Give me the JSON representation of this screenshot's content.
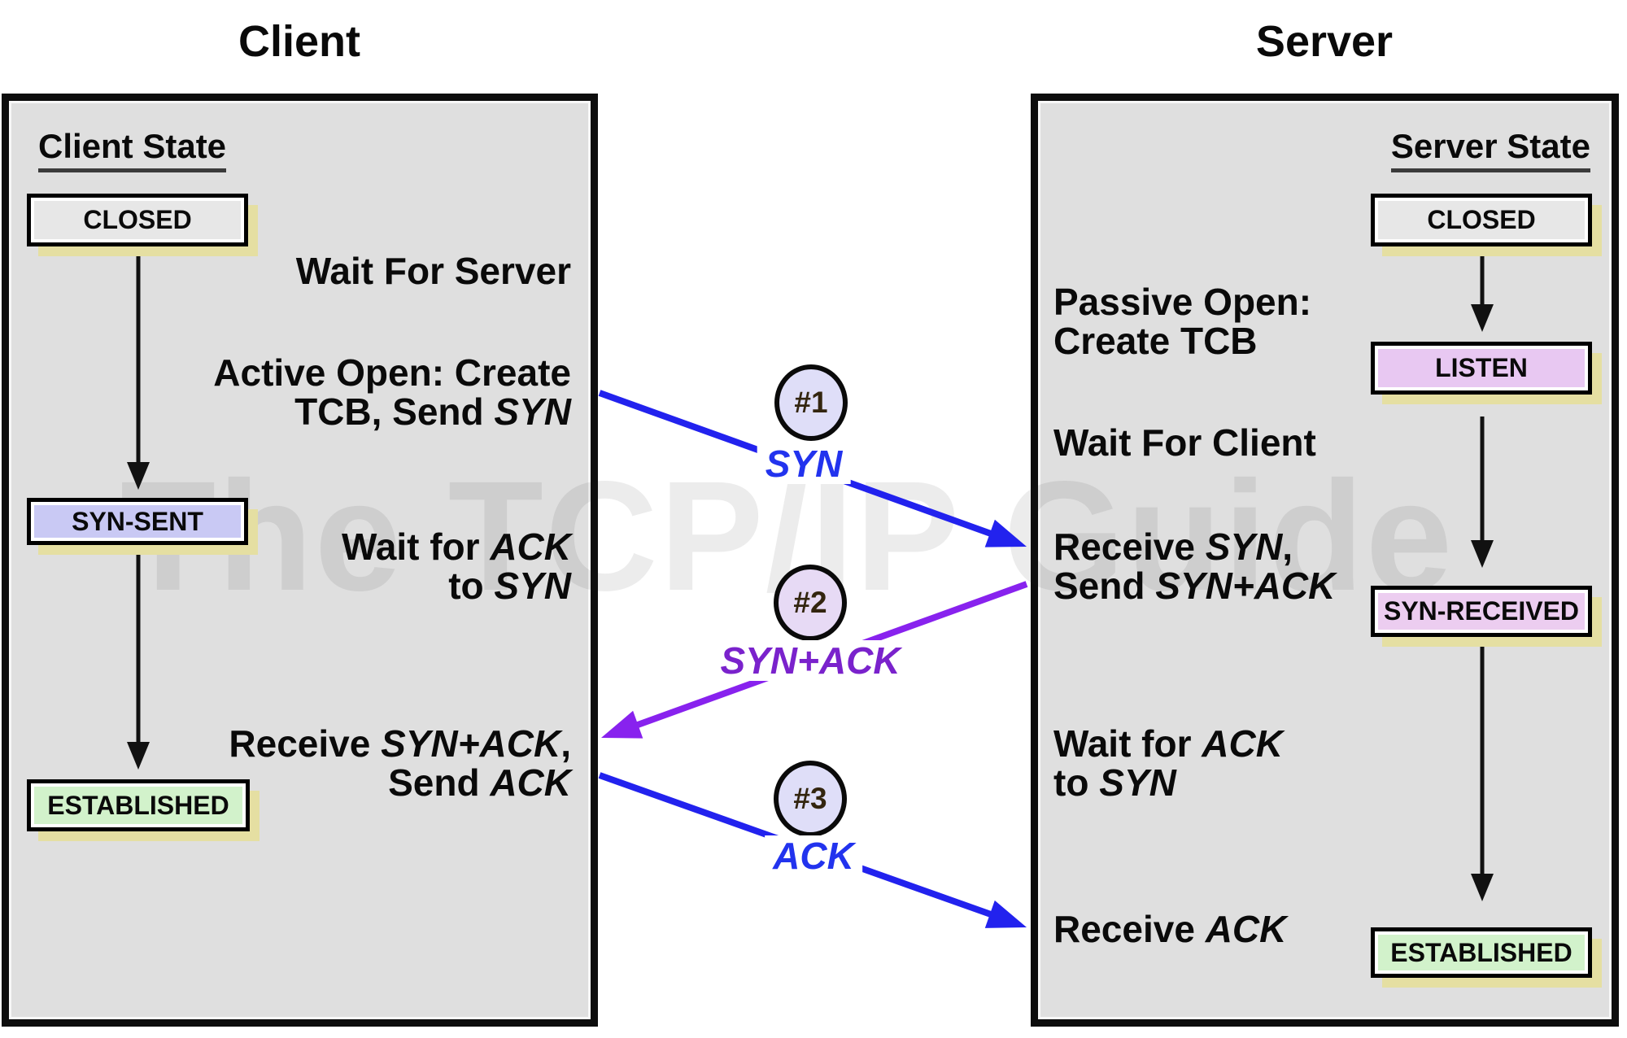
{
  "watermark": "The TCP/IP Guide",
  "client": {
    "title": "Client",
    "state_heading": "Client State",
    "states": [
      {
        "label": "CLOSED",
        "fill": "#e7e7e7"
      },
      {
        "label": "SYN-SENT",
        "fill": "#c9c9f4"
      },
      {
        "label": "ESTABLISHED",
        "fill": "#d2f2cb"
      }
    ],
    "annotations": [
      {
        "name": "wait-for-server",
        "lines": [
          [
            {
              "t": "Wait For Server"
            }
          ]
        ]
      },
      {
        "name": "active-open",
        "lines": [
          [
            {
              "t": "Active Open: Create"
            }
          ],
          [
            {
              "t": "TCB, Send "
            },
            {
              "t": "SYN",
              "i": true
            }
          ]
        ]
      },
      {
        "name": "wait-for-ack-to-syn",
        "lines": [
          [
            {
              "t": "Wait for "
            },
            {
              "t": "ACK",
              "i": true
            }
          ],
          [
            {
              "t": "to "
            },
            {
              "t": "SYN",
              "i": true
            }
          ]
        ]
      },
      {
        "name": "receive-synack-send-ack",
        "lines": [
          [
            {
              "t": "Receive "
            },
            {
              "t": "SYN+ACK",
              "i": true
            },
            {
              "t": ","
            }
          ],
          [
            {
              "t": "Send "
            },
            {
              "t": "ACK",
              "i": true
            }
          ]
        ]
      }
    ]
  },
  "server": {
    "title": "Server",
    "state_heading": "Server State",
    "states": [
      {
        "label": "CLOSED",
        "fill": "#e7e7e7"
      },
      {
        "label": "LISTEN",
        "fill": "#e8c8f2"
      },
      {
        "label": "SYN-RECEIVED",
        "fill": "#eccdf0"
      },
      {
        "label": "ESTABLISHED",
        "fill": "#d2f2cb"
      }
    ],
    "annotations": [
      {
        "name": "passive-open",
        "lines": [
          [
            {
              "t": "Passive Open:"
            }
          ],
          [
            {
              "t": "Create TCB"
            }
          ]
        ]
      },
      {
        "name": "wait-for-client",
        "lines": [
          [
            {
              "t": "Wait For Client"
            }
          ]
        ]
      },
      {
        "name": "receive-syn-send-synack",
        "lines": [
          [
            {
              "t": "Receive "
            },
            {
              "t": "SYN",
              "i": true
            },
            {
              "t": ","
            }
          ],
          [
            {
              "t": "Send "
            },
            {
              "t": "SYN+ACK",
              "i": true
            }
          ]
        ]
      },
      {
        "name": "wait-for-ack-to-syn",
        "lines": [
          [
            {
              "t": "Wait for "
            },
            {
              "t": "ACK",
              "i": true
            }
          ],
          [
            {
              "t": "to "
            },
            {
              "t": "SYN",
              "i": true
            }
          ]
        ]
      },
      {
        "name": "receive-ack",
        "lines": [
          [
            {
              "t": "Receive "
            },
            {
              "t": "ACK",
              "i": true
            }
          ]
        ]
      }
    ]
  },
  "messages": [
    {
      "badge": "#1",
      "label": "SYN",
      "color": "#2233ee",
      "arrow_color": "#2222ee",
      "badge_fill": "#dfdef8",
      "direction": "client-to-server"
    },
    {
      "badge": "#2",
      "label": "SYN+ACK",
      "color": "#7a22cc",
      "arrow_color": "#8822ee",
      "badge_fill": "#e7daf5",
      "direction": "server-to-client"
    },
    {
      "badge": "#3",
      "label": "ACK",
      "color": "#2233ee",
      "arrow_color": "#2222ee",
      "badge_fill": "#dfdef8",
      "direction": "client-to-server"
    }
  ],
  "colors": {
    "panel_fill": "#dfdfdf",
    "panel_border": "#0d0d0d",
    "box_drop_shadow": "#e5dfa2",
    "closed_fill": "#e7e7e7",
    "syn_sent_fill": "#c9c9f4",
    "listen_fill": "#e8c8f2",
    "syn_received_fill": "#eccdf0",
    "established_fill": "#d2f2cb",
    "blue_arrow": "#2222ee",
    "purple_arrow": "#8822ee",
    "gap_background": "#ffffff"
  }
}
